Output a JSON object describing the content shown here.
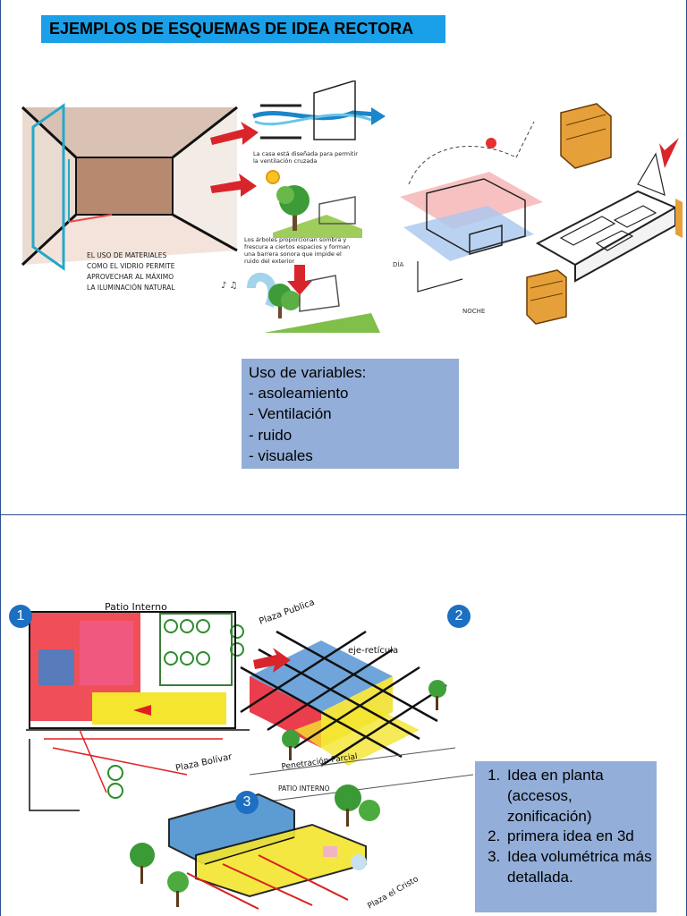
{
  "slide1": {
    "title": "EJEMPLOS DE ESQUEMAS DE IDEA RECTORA",
    "sketch_left": {
      "note_main": [
        "EL USO DE MATERIALES",
        "COMO EL VIDRIO PERMITE",
        "APROVECHAR AL MÁXIMO",
        "LA ILUMINACIÓN NATURAL"
      ],
      "note_ventilacion": [
        "La casa está diseñada para permitir",
        "la ventilación cruzada"
      ],
      "note_arboles": [
        "Los árboles proporcionan sombra y",
        "frescura a ciertos espacios y forman",
        "una barrera sonora que impide el",
        "ruido del exterior"
      ]
    },
    "sketch_right": {
      "label_dia": "DÍA",
      "label_noche": "NOCHE"
    },
    "variables_box": {
      "heading": "Uso de variables:",
      "items": [
        "- asoleamiento",
        "- Ventilación",
        "- ruido",
        "- visuales"
      ]
    }
  },
  "slide2": {
    "badges": [
      "1",
      "2",
      "3"
    ],
    "sketch_labels": {
      "patio_interno": "Patio Interno",
      "plaza_publica": "Plaza Publica",
      "eje_reticula": "eje-retícula",
      "plaza_bolivar": "Plaza Bolívar",
      "penetracion": "Penetración Parcial",
      "patio_interno_caps": "PATIO INTERNO",
      "plaza_el_cristo": "Plaza el Cristo"
    },
    "steps_box": {
      "items": [
        "Idea en planta (accesos, zonificación)",
        "primera idea en 3d",
        "Idea volumétrica más detallada."
      ]
    }
  },
  "colors": {
    "title_bg": "#1aa0e8",
    "textbox_bg": "#93aed8",
    "badge": "#1d6fc1",
    "border": "#2a4f8f"
  }
}
